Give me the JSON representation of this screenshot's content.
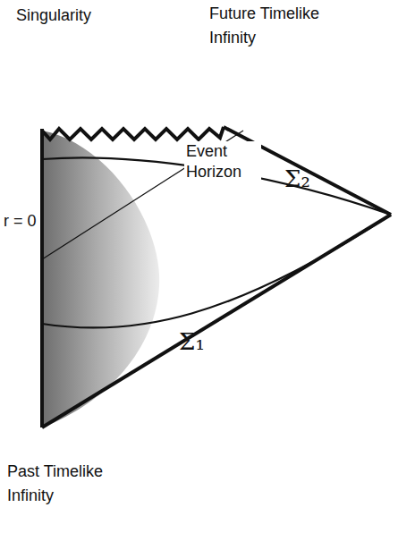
{
  "diagram": {
    "labels": [
      "Singularity",
      "Future Timelike Infinity",
      "Event Horizon",
      "r = 0",
      "Σ₂",
      "Σ₁",
      "Past Timelike Infinity"
    ]
  }
}
